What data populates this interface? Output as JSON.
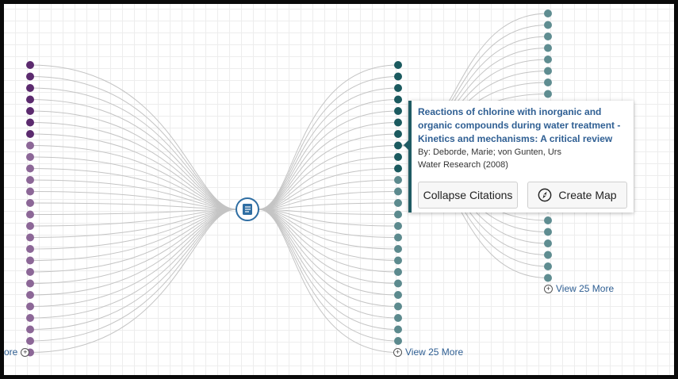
{
  "columns": {
    "left": {
      "dot_count": 26,
      "dark_count": 7,
      "dark_color": "#5b2a6e",
      "light_color": "#8c6797",
      "more_label": "ore"
    },
    "middle": {
      "dot_count": 26,
      "dark_count": 10,
      "dark_color": "#1b5a5f",
      "light_color": "#5c8a8e",
      "more_label": "View 25 More"
    },
    "right": {
      "dot_count": 24,
      "color": "#5f8d91",
      "more_label": "View 25 More"
    }
  },
  "colors": {
    "edge": "#c4c4c4",
    "center_node": "#2f6ea3",
    "tooltip_accent": "#1f5b63",
    "link": "#2f5f93"
  },
  "center_node": {
    "icon": "book-icon"
  },
  "tooltip": {
    "title_line1": "Reactions of chlorine with inorganic and",
    "title_line2": "organic compounds during water treatment -",
    "title_line3": "Kinetics and mechanisms: A critical review",
    "authors": "By: Deborde, Marie; von Gunten, Urs",
    "journal": "Water Research (2008)",
    "collapse_label": "Collapse Citations",
    "create_map_label": "Create Map",
    "create_map_icon": "compass-icon"
  }
}
